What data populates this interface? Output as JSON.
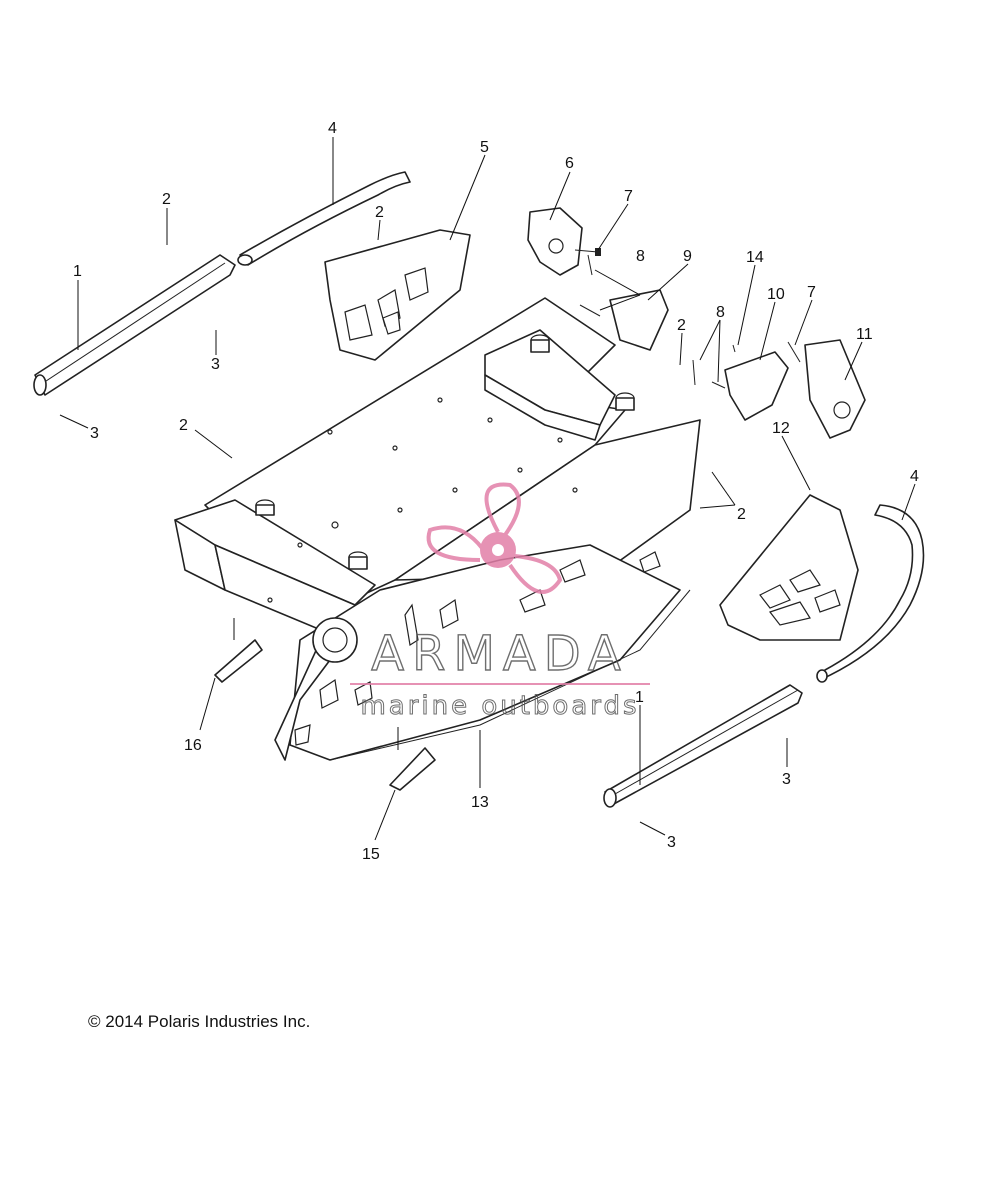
{
  "callouts": [
    "1",
    "2",
    "3",
    "4",
    "5",
    "6",
    "7",
    "8",
    "9",
    "10",
    "11",
    "12",
    "13",
    "14",
    "15",
    "16"
  ],
  "labels": {
    "c1a": "1",
    "c2a": "2",
    "c3a": "3",
    "c3b": "3",
    "c4a": "4",
    "c2b": "2",
    "c5": "5",
    "c6": "6",
    "c7a": "7",
    "c8a": "8",
    "c9": "9",
    "c14": "14",
    "c10": "10",
    "c7b": "7",
    "c11": "11",
    "c2c": "2",
    "c8b": "8",
    "c2d": "2",
    "c2e": "2",
    "c12": "12",
    "c4b": "4",
    "c16": "16",
    "c1b": "1",
    "c3c": "3",
    "c13": "13",
    "c3d": "3",
    "c15": "15"
  },
  "watermark": {
    "brand": "ARMADA",
    "tagline": "marine outboards",
    "color": "#e27fa8"
  },
  "copyright": "© 2014 Polaris Industries Inc."
}
